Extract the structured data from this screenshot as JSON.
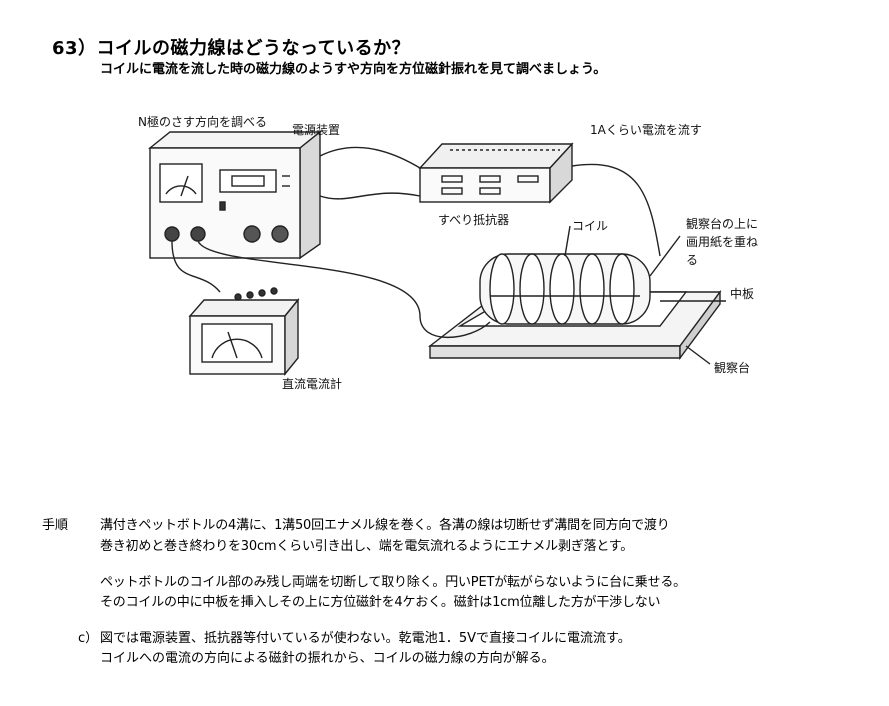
{
  "header": {
    "title": "63）コイルの磁力線はどうなっているか？",
    "subtitle": "コイルに電流を流した時の磁力線のようすや方向を方位磁針振れを見て調べましょう。"
  },
  "figure_labels": {
    "n_pole": "N極のさす方向を調べる",
    "power_supply": "電源装置",
    "current_1a": "1Aくらい電流を流す",
    "rheostat": "すべり抵抗器",
    "coil": "コイル",
    "paper_line1": "観察台の上に",
    "paper_line2": "画用紙を重ね",
    "paper_line3": "る",
    "middle_plate": "中板",
    "observation_stand": "観察台",
    "ammeter": "直流電流計"
  },
  "procedure": {
    "heading": "手順",
    "lines": [
      "溝付きペットボトルの4溝に、1溝50回エナメル線を巻く。各溝の線は切断せず溝間を同方向で渡り",
      "巻き初めと巻き終わりを30cmくらい引き出し、端を電気流れるようにエナメル剥ぎ落とす。",
      "ペットボトルのコイル部のみ残し両端を切断して取り除く。円いPETが転がらないように台に乗せる。",
      "そのコイルの中に中板を挿入しその上に方位磁針を4ケおく。磁針は1cm位離した方が干渉しない"
    ]
  },
  "note": {
    "marker": "c）",
    "line1": "図では電源装置、抵抗器等付いているが使わない。乾電池1．5Vで直接コイルに電流流す。",
    "line2": "コイルへの電流の方向による磁針の振れから、コイルの磁力線の方向が解る。"
  }
}
